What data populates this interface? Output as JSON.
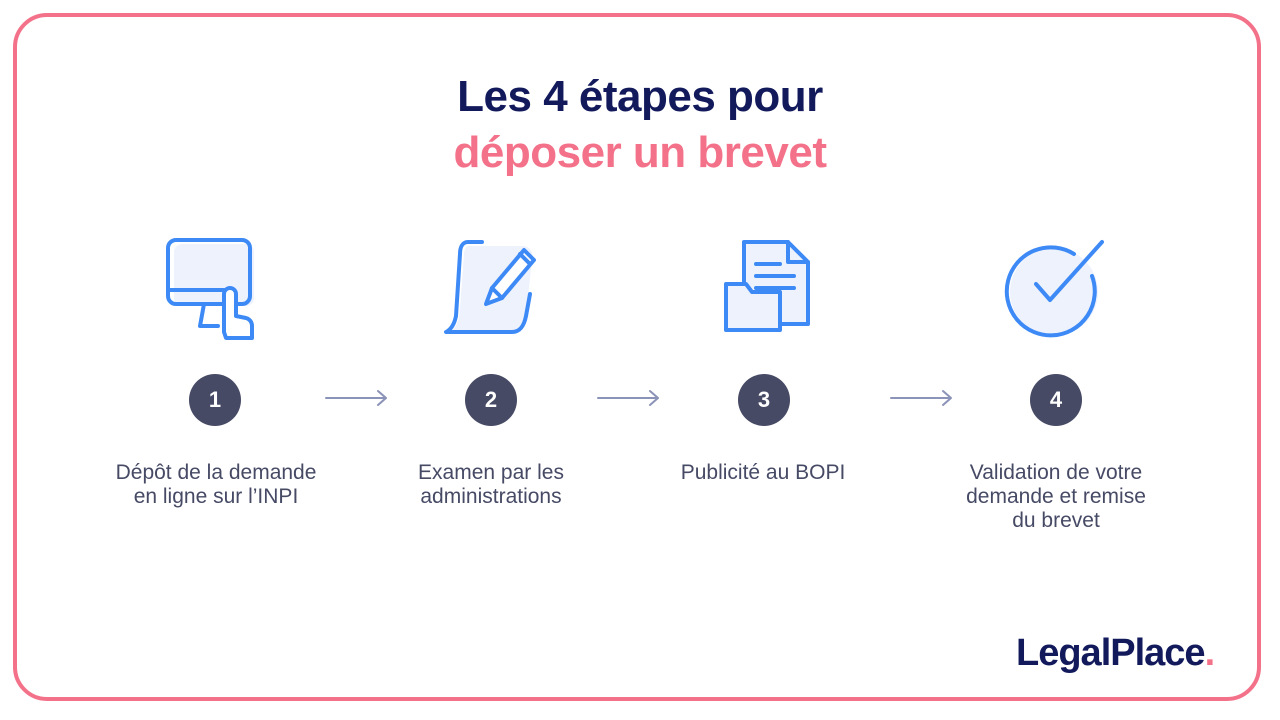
{
  "title": {
    "line1": "Les 4 étapes pour",
    "line2": "déposer un brevet"
  },
  "colors": {
    "accent_pink": "#f4718a",
    "navy": "#121a5c",
    "icon_blue": "#3d8af7",
    "badge_gray": "#464a65"
  },
  "steps": [
    {
      "number": "1",
      "label": "Dépôt de la demande\nen ligne sur l’INPI",
      "icon": "computer-touch-icon"
    },
    {
      "number": "2",
      "label": "Examen par les\nadministrations",
      "icon": "document-pen-icon"
    },
    {
      "number": "3",
      "label": "Publicité au BOPI",
      "icon": "document-folder-icon"
    },
    {
      "number": "4",
      "label": "Validation de votre\ndemande et remise\ndu brevet",
      "icon": "check-circle-icon"
    }
  ],
  "logo": {
    "text": "LegalPlace",
    "dot": "."
  }
}
